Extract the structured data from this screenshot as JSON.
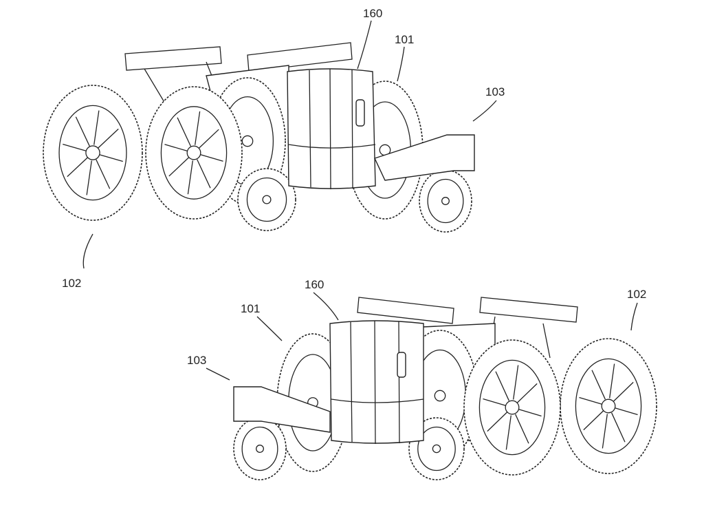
{
  "figures": [
    {
      "labels": {
        "seat": "160",
        "device": "101",
        "caster_arm": "103",
        "wheel": "102"
      }
    },
    {
      "labels": {
        "seat": "160",
        "device": "101",
        "caster_arm": "103",
        "wheel": "102"
      }
    }
  ],
  "colors": {
    "line": "#222222",
    "background": "#ffffff"
  }
}
